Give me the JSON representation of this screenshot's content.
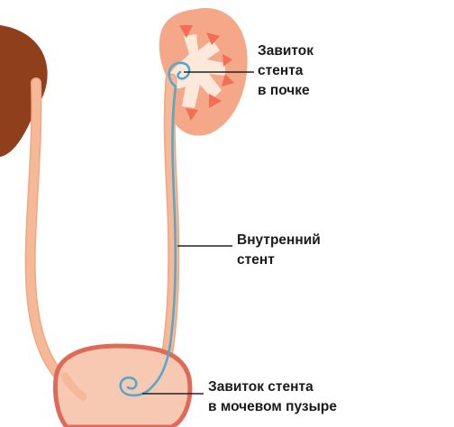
{
  "labels": {
    "kidney_coil": [
      "Завиток",
      "стента",
      "в почке"
    ],
    "inner_stent": [
      "Внутренний",
      "стент"
    ],
    "bladder_coil": [
      "Завиток стента",
      "в мочевом пузыре"
    ]
  },
  "colors": {
    "kidney_left": "#8f3f1c",
    "kidney_right": "#f4a888",
    "renal_calyx": "#fde8dc",
    "renal_papilla": "#f26f54",
    "ureter": "#f6b998",
    "ureter_edge": "#f0a680",
    "bladder_fill": "#f8c9b2",
    "bladder_wall": "#e06a58",
    "stent": "#55a8c8",
    "leader_line": "#222222",
    "text": "#1a1a1a"
  }
}
